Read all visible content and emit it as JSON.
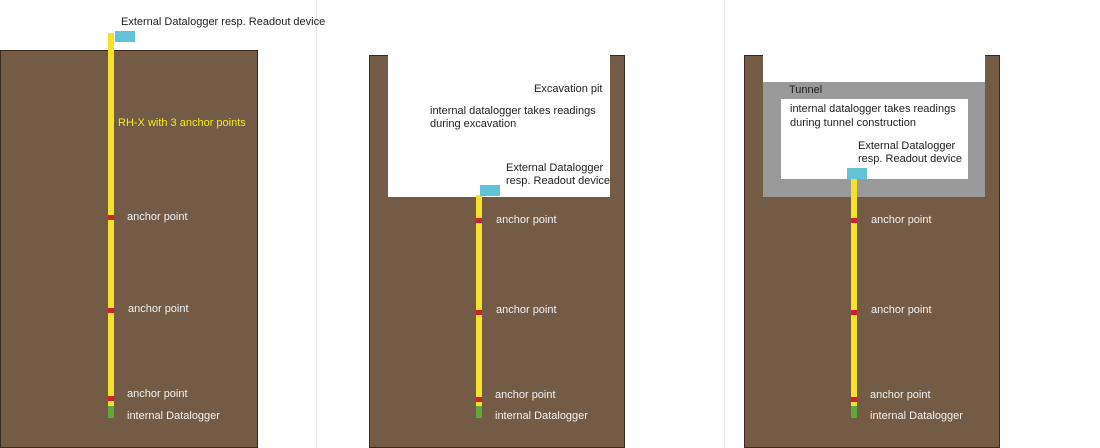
{
  "panel1": {
    "external_label": "External Datalogger resp. Readout device",
    "rod_label": "RH-X with 3 anchor points",
    "anchor_labels": [
      "anchor point",
      "anchor point",
      "anchor point"
    ],
    "internal_label": "internal Datalogger"
  },
  "panel2": {
    "pit_label": "Excavation pit",
    "internal_text_line1": "internal datalogger takes readings",
    "internal_text_line2": "during excavation",
    "external_line1": "External Datalogger",
    "external_line2": "resp. Readout device",
    "anchor_labels": [
      "anchor point",
      "anchor point",
      "anchor point"
    ],
    "internal_label": "internal Datalogger"
  },
  "panel3": {
    "tunnel_label": "Tunnel",
    "internal_text_line1": "internal datalogger takes readings",
    "internal_text_line2": "during tunnel construction",
    "external_line1": "External Datalogger",
    "external_line2": "resp. Readout device",
    "anchor_labels": [
      "anchor point",
      "anchor point",
      "anchor point"
    ],
    "internal_label": "internal Datalogger"
  },
  "colors": {
    "soil": "#745b45",
    "rod": "#f4e329",
    "anchor": "#d51f26",
    "internal_logger": "#5da938",
    "external_device": "#62c3d6",
    "tunnel_lining": "#9a9a9a"
  }
}
